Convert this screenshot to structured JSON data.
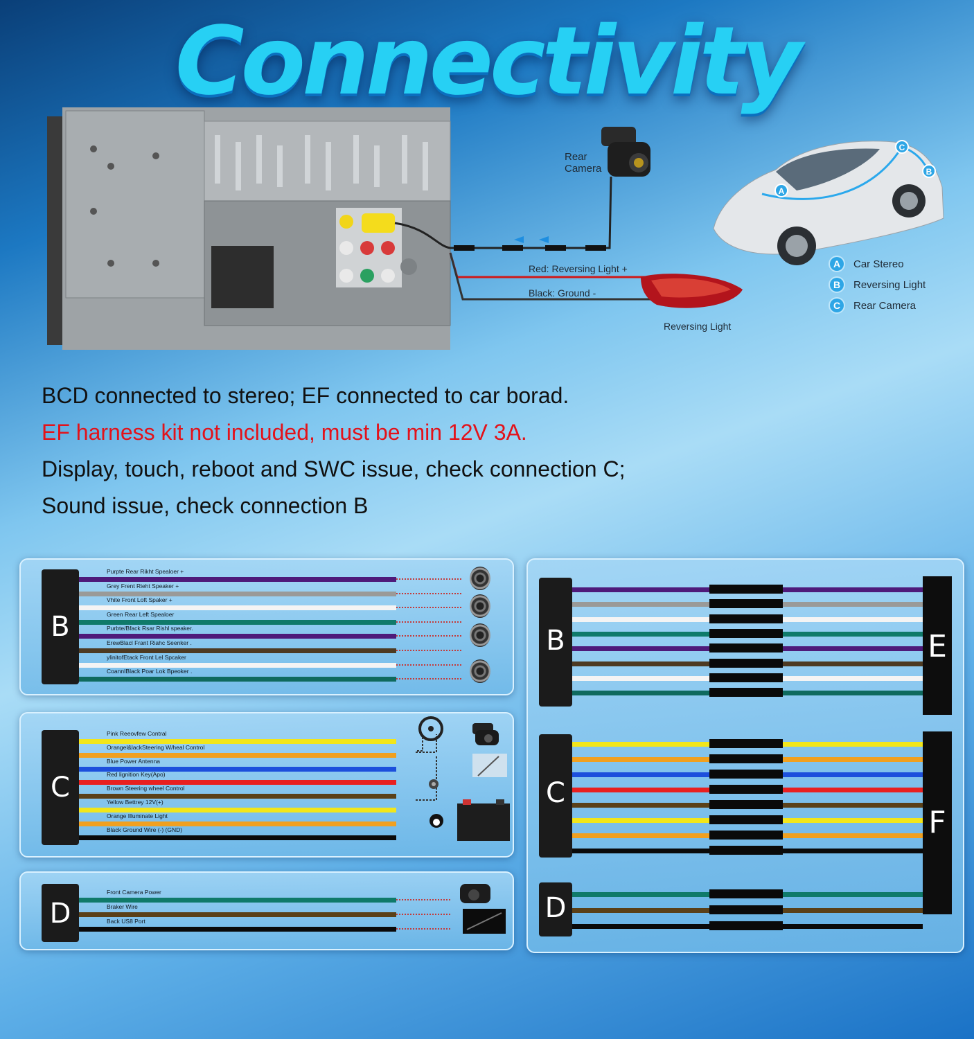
{
  "title": "Connectivity",
  "top_diagram": {
    "rear_camera_label": "Rear\nCamera",
    "red_wire_label": "Red: Reversing Light +",
    "black_wire_label": "Black: Ground -",
    "reversing_light_label": "Reversing Light",
    "car_markers": [
      "A",
      "B",
      "C"
    ],
    "legend": [
      {
        "badge": "A",
        "text": "Car Stereo"
      },
      {
        "badge": "B",
        "text": "Reversing Light"
      },
      {
        "badge": "C",
        "text": "Rear Camera"
      }
    ]
  },
  "notes": [
    {
      "text": "BCD connected to stereo; EF connected to car borad.",
      "color": "#111111"
    },
    {
      "text": "EF harness kit not included, must be min 12V 3A.",
      "color": "#e3121a"
    },
    {
      "text": "Display, touch, reboot and SWC issue, check connection C;",
      "color": "#111111"
    },
    {
      "text": "Sound issue, check connection B",
      "color": "#111111"
    }
  ],
  "harness_b": {
    "letter": "B",
    "wires": [
      {
        "label": "Purpte Rear Rikht Spealoer +",
        "color": "#4e1a7a"
      },
      {
        "label": "Grey Frent Rieht Speaker +",
        "color": "#9a9a98"
      },
      {
        "label": "Vhite Front Loft Spaker +",
        "color": "#f4f4f4"
      },
      {
        "label": "Green Rear Left Spealoer",
        "color": "#0f7a6a"
      },
      {
        "label": "Purbte/Bfack Rsar Rishl speaker.",
        "color": "#4e1a7a"
      },
      {
        "label": "ErewBlacl Frant Riahc Seenker .",
        "color": "#4d3a22"
      },
      {
        "label": "ylinitofEtack Front Lel Spcaker",
        "color": "#f4f4f4"
      },
      {
        "label": "CoannIBlack Poar Lok Bpeoker .",
        "color": "#0f6a5e"
      }
    ]
  },
  "harness_c": {
    "letter": "C",
    "wires": [
      {
        "label": "Pink Reeovfew Contral",
        "color": "#f2e61a"
      },
      {
        "label": "Orangel&lackSteering W/heal Control",
        "color": "#f0a020"
      },
      {
        "label": "Blue Power Antenna",
        "color": "#1c4fdc"
      },
      {
        "label": "Red lignition Key(Apo)",
        "color": "#e82020"
      },
      {
        "label": "Brown Steering wheel Control",
        "color": "#5a4018"
      },
      {
        "label": "Yellow Bettrey 12V(+)",
        "color": "#f2e61a"
      },
      {
        "label": "Orange Illuminate Light",
        "color": "#f0a020"
      },
      {
        "label": "Black Ground Wire (-) (GND)",
        "color": "#0a0a0a"
      }
    ]
  },
  "harness_d": {
    "letter": "D",
    "wires": [
      {
        "label": "Front Camera Power",
        "color": "#0f7a6a"
      },
      {
        "label": "Braker Wire",
        "color": "#5a4018"
      },
      {
        "label": "Back US8 Port",
        "color": "#0a0a0a"
      }
    ]
  },
  "ef_panel": {
    "letters": {
      "b": "B",
      "c": "C",
      "d": "D",
      "e": "E",
      "f": "F"
    }
  }
}
